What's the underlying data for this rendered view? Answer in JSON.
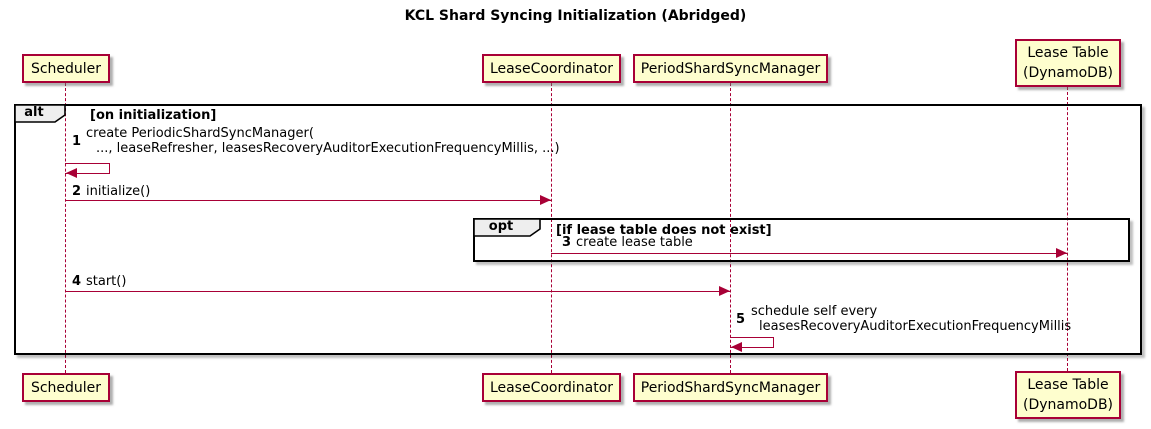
{
  "title": "KCL Shard Syncing Initialization (Abridged)",
  "participants": {
    "scheduler": {
      "label": "Scheduler"
    },
    "lease_coordinator": {
      "label": "LeaseCoordinator"
    },
    "period_shard_sync_manager": {
      "label": "PeriodShardSyncManager"
    },
    "lease_table": {
      "line1": "Lease Table",
      "line2": "(DynamoDB)"
    }
  },
  "frames": {
    "alt": {
      "keyword": "alt",
      "condition": "[on initialization]"
    },
    "opt": {
      "keyword": "opt",
      "condition": "[if lease table does not exist]"
    }
  },
  "messages": {
    "m1": {
      "num": "1",
      "line1": "create PeriodicShardSyncManager(",
      "line2": "..., leaseRefresher, leasesRecoveryAuditorExecutionFrequencyMillis, ...)"
    },
    "m2": {
      "num": "2",
      "text": "initialize()"
    },
    "m3": {
      "num": "3",
      "text": "create lease table"
    },
    "m4": {
      "num": "4",
      "text": "start()"
    },
    "m5": {
      "num": "5",
      "line1": "schedule self every",
      "line2": "leasesRecoveryAuditorExecutionFrequencyMillis"
    }
  },
  "colors": {
    "participant_fill": "#FEFECE",
    "participant_border": "#A80036",
    "line_color": "#A80036",
    "frame_border": "#000000",
    "frame_tab_bg": "#EEEEEE",
    "background": "#FFFFFF"
  }
}
